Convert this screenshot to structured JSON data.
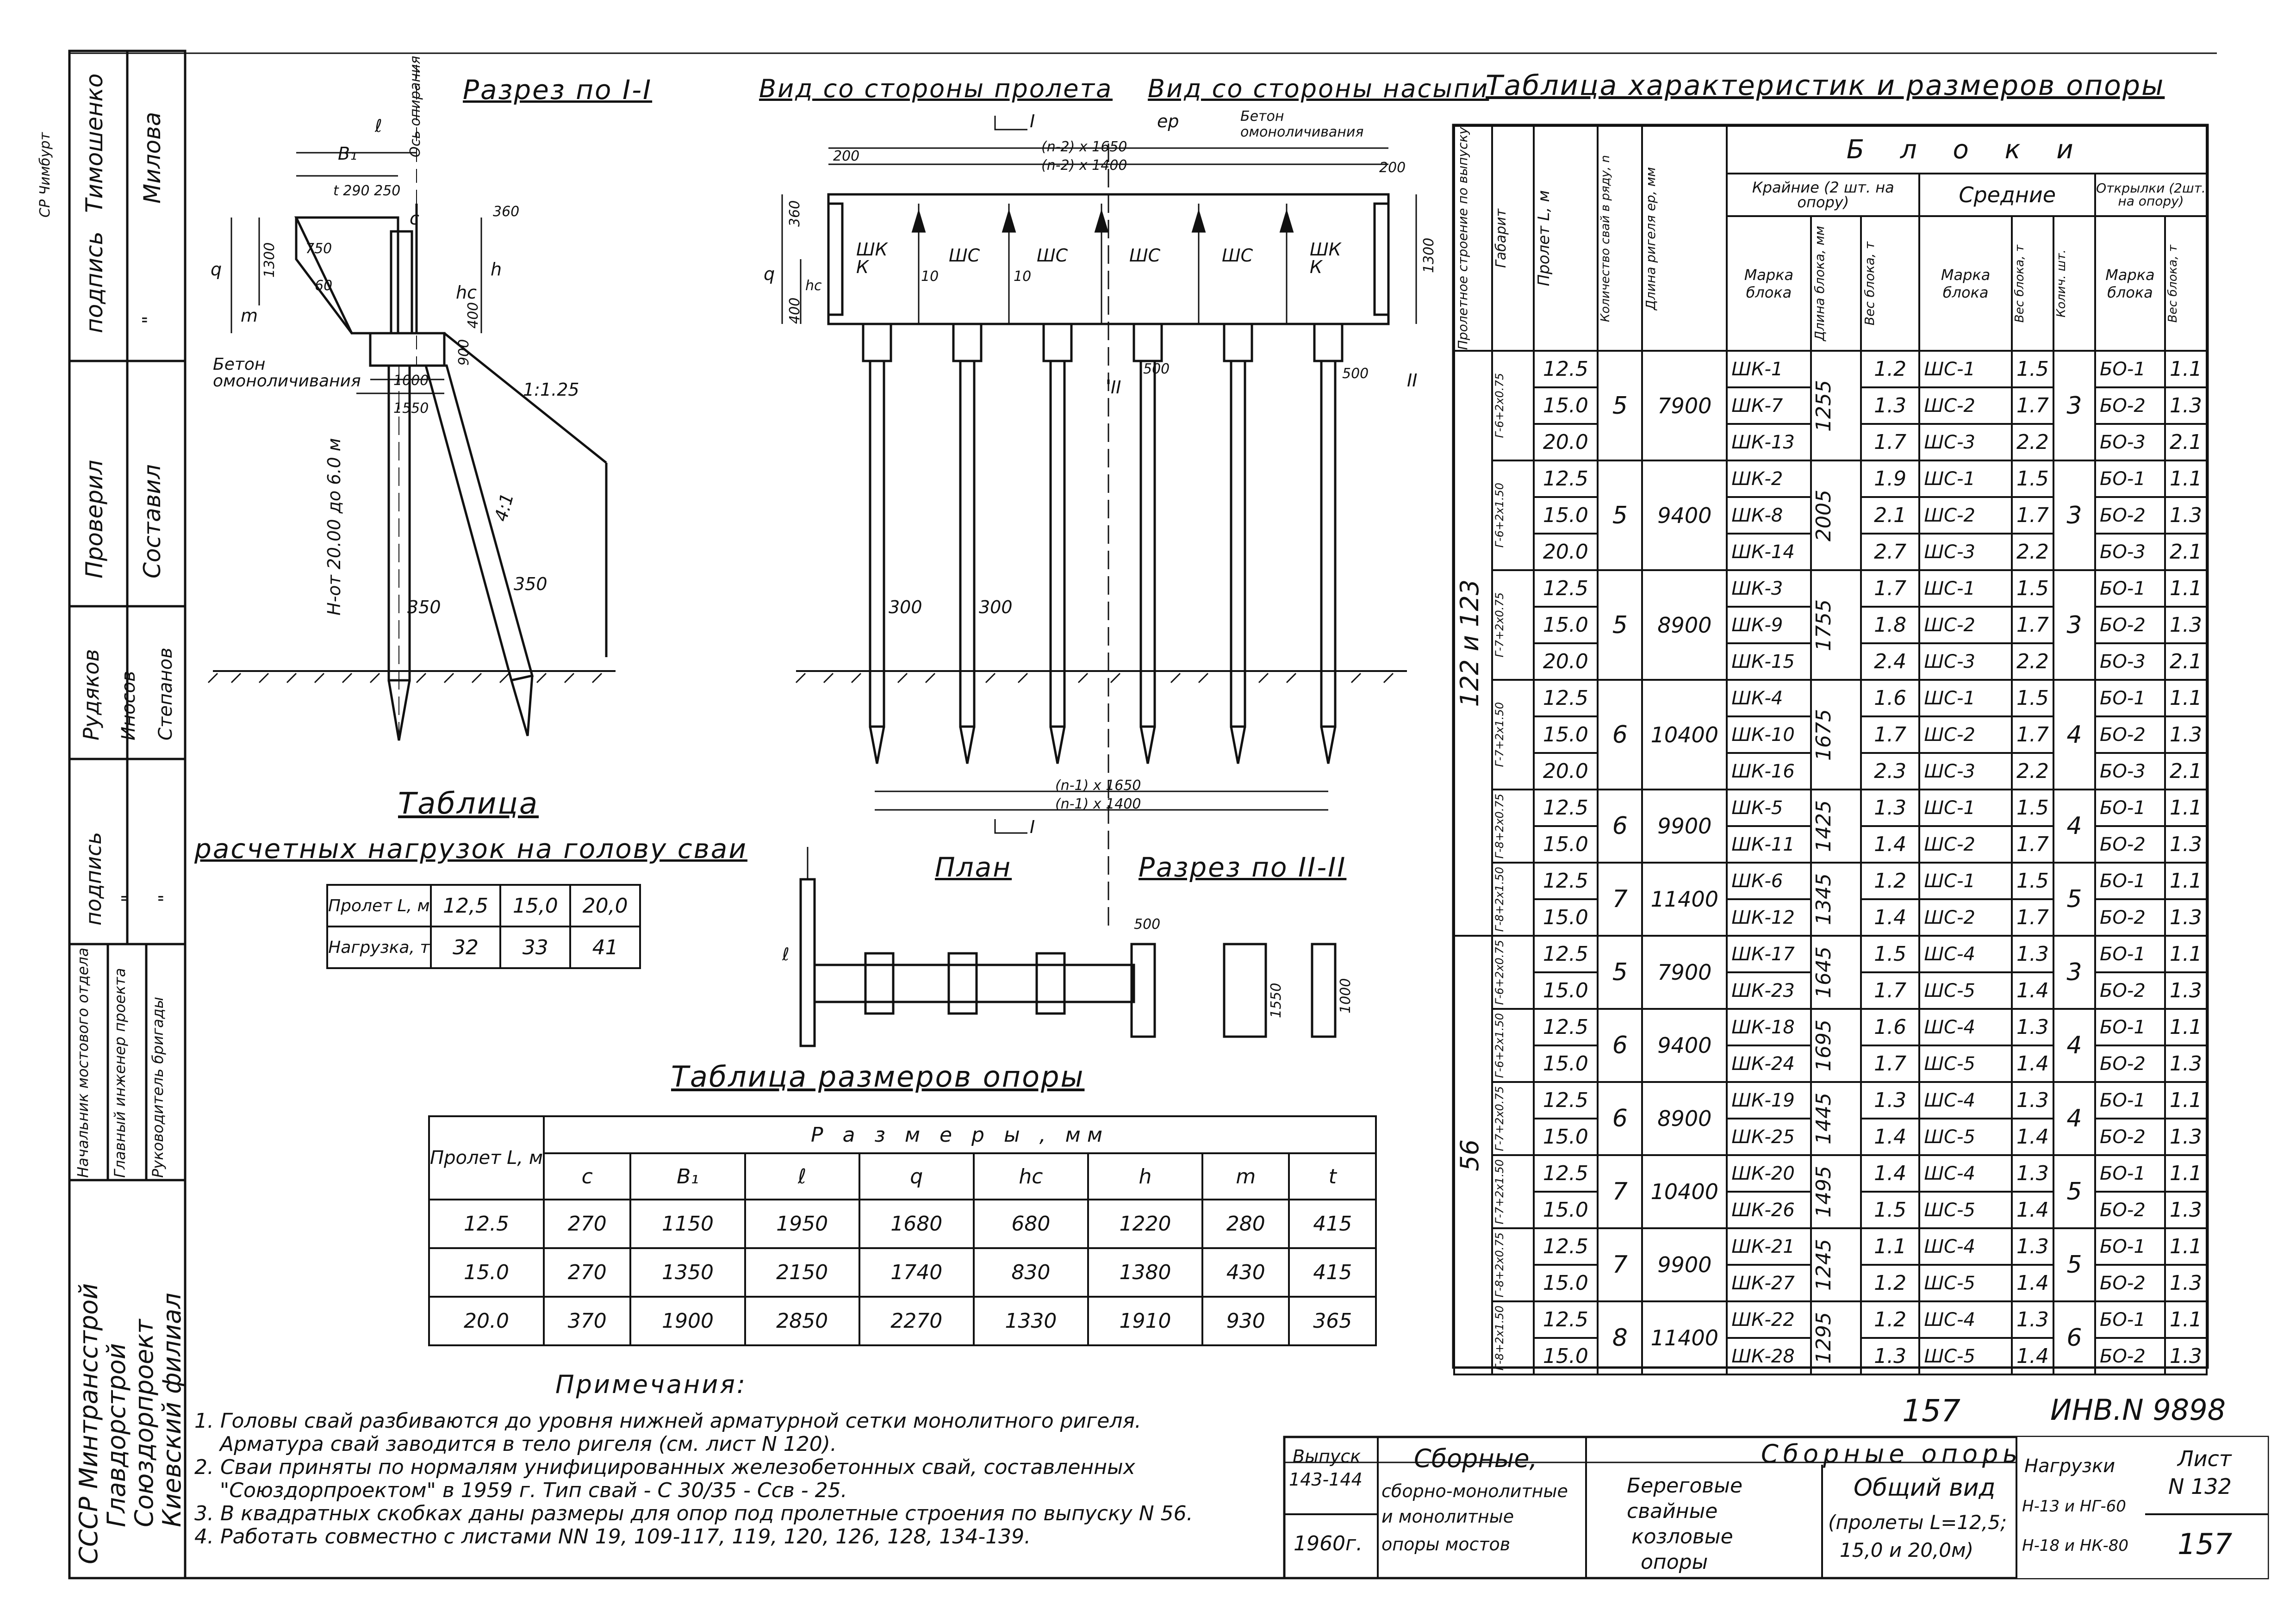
{
  "left_strip": {
    "names": [
      "Тимошенко",
      "Милова",
      "подпись",
      "\"",
      "Проверил",
      "Составил",
      "Рудяков",
      "Иносов",
      "Степанов",
      "подпись",
      "\"",
      "\""
    ],
    "roles": [
      "Начальник мостового отдела",
      "Главный инженер проекта",
      "Руководитель бригады"
    ],
    "org": [
      "СССР Минтрансстрой",
      "Главдорстрой",
      "Союздорпроект",
      "Киевский филиал"
    ],
    "corner_note": "СР Чимбурт"
  },
  "section_1": {
    "title": "Разрез по I-I",
    "labels": [
      "B₁",
      "ℓ",
      "Ось опирания",
      "t 290 250",
      "750",
      "1300",
      "60",
      "q",
      "m",
      "c",
      "360",
      "h",
      "hc",
      "400",
      "900",
      "1:1.25",
      "Бетон омоноличивания",
      "1000",
      "1550",
      "H-от 20.00 до 6.0 м",
      "4:1",
      "350",
      "350"
    ]
  },
  "side_view": {
    "title_span": "Вид со стороны пролета",
    "title_embank": "Вид со стороны насыпи",
    "labels": [
      "ep",
      "(n-2) x 1650",
      "(n-2) x 1400",
      "200",
      "200",
      "Бетон омоноличивания",
      "360",
      "q",
      "hc",
      "400",
      "500",
      "500",
      "1300",
      "ШК К",
      "ШС",
      "ШС",
      "ШС",
      "ШС",
      "ШК К",
      "10",
      "10",
      "II",
      "II",
      "300",
      "300",
      "(n-1) x 1650",
      "(n-1) x 1400",
      "I",
      "I"
    ]
  },
  "loads_table": {
    "title": "Таблица",
    "subtitle": "расчетных нагрузок на голову сваи",
    "row1_head": "Пролет L, м",
    "row2_head": "Нагрузка, т",
    "spans": [
      "12,5",
      "15,0",
      "20,0"
    ],
    "loads": [
      "32",
      "33",
      "41"
    ]
  },
  "plan": {
    "title": "План",
    "label": "ℓ"
  },
  "section_2": {
    "title": "Разрез по II-II",
    "labels": [
      "500",
      "1550",
      "1000"
    ]
  },
  "dims_table": {
    "title": "Таблица размеров опоры",
    "head_span": "Пролет L, м",
    "head_dims": "Р а з м е р ы , мм",
    "cols": [
      "c",
      "B₁",
      "ℓ",
      "q",
      "hc",
      "h",
      "m",
      "t"
    ],
    "rows": [
      [
        "12.5",
        "270",
        "1150",
        "1950",
        "1680",
        "680",
        "1220",
        "280",
        "415"
      ],
      [
        "15.0",
        "270",
        "1350",
        "2150",
        "1740",
        "830",
        "1380",
        "430",
        "415"
      ],
      [
        "20.0",
        "370",
        "1900",
        "2850",
        "2270",
        "1330",
        "1910",
        "930",
        "365"
      ]
    ]
  },
  "char_table": {
    "title": "Таблица характеристик и размеров опоры",
    "h_issue": "Пролетное строение по выпуску",
    "h_gabarit": "Габарит",
    "h_span": "Пролет L, м",
    "h_piles": "Количество свай в ряду, n",
    "h_len": "Длина ригеля ep, мм",
    "h_blocks": "Б л о к и",
    "h_edge": "Крайние (2 шт. на опору)",
    "h_mid": "Средние",
    "h_wing": "Открылки (2шт. на опору)",
    "h_mark": "Марка блока",
    "h_blen": "Длина блока, мм",
    "h_weight": "Вес блока, т",
    "h_qty": "Колич. шт.",
    "issue_a": "122 и 123",
    "issue_b": "56",
    "groups": [
      {
        "g": "Г-6+2x0.75",
        "n": "5",
        "len": "7900",
        "bl": "1255",
        "qty": "3",
        "rows": [
          [
            "12.5",
            "ШК-1",
            "1.2",
            "ШС-1",
            "1.5",
            "БО-1",
            "1.1"
          ],
          [
            "15.0",
            "ШК-7",
            "1.3",
            "ШС-2",
            "1.7",
            "БО-2",
            "1.3"
          ],
          [
            "20.0",
            "ШК-13",
            "1.7",
            "ШС-3",
            "2.2",
            "БО-3",
            "2.1"
          ]
        ]
      },
      {
        "g": "Г-6+2x1.50",
        "n": "5",
        "len": "9400",
        "bl": "2005",
        "qty": "3",
        "rows": [
          [
            "12.5",
            "ШК-2",
            "1.9",
            "ШС-1",
            "1.5",
            "БО-1",
            "1.1"
          ],
          [
            "15.0",
            "ШК-8",
            "2.1",
            "ШС-2",
            "1.7",
            "БО-2",
            "1.3"
          ],
          [
            "20.0",
            "ШК-14",
            "2.7",
            "ШС-3",
            "2.2",
            "БО-3",
            "2.1"
          ]
        ]
      },
      {
        "g": "Г-7+2x0.75",
        "n": "5",
        "len": "8900",
        "bl": "1755",
        "qty": "3",
        "rows": [
          [
            "12.5",
            "ШК-3",
            "1.7",
            "ШС-1",
            "1.5",
            "БО-1",
            "1.1"
          ],
          [
            "15.0",
            "ШК-9",
            "1.8",
            "ШС-2",
            "1.7",
            "БО-2",
            "1.3"
          ],
          [
            "20.0",
            "ШК-15",
            "2.4",
            "ШС-3",
            "2.2",
            "БО-3",
            "2.1"
          ]
        ]
      },
      {
        "g": "Г-7+2x1.50",
        "n": "6",
        "len": "10400",
        "bl": "1675",
        "qty": "4",
        "rows": [
          [
            "12.5",
            "ШК-4",
            "1.6",
            "ШС-1",
            "1.5",
            "БО-1",
            "1.1"
          ],
          [
            "15.0",
            "ШК-10",
            "1.7",
            "ШС-2",
            "1.7",
            "БО-2",
            "1.3"
          ],
          [
            "20.0",
            "ШК-16",
            "2.3",
            "ШС-3",
            "2.2",
            "БО-3",
            "2.1"
          ]
        ]
      },
      {
        "g": "Г-8+2x0.75",
        "n": "6",
        "len": "9900",
        "bl": "1425",
        "qty": "4",
        "rows": [
          [
            "12.5",
            "ШК-5",
            "1.3",
            "ШС-1",
            "1.5",
            "БО-1",
            "1.1"
          ],
          [
            "15.0",
            "ШК-11",
            "1.4",
            "ШС-2",
            "1.7",
            "БО-2",
            "1.3"
          ]
        ]
      },
      {
        "g": "Г-8+2x1.50",
        "n": "7",
        "len": "11400",
        "bl": "1345",
        "qty": "5",
        "rows": [
          [
            "12.5",
            "ШК-6",
            "1.2",
            "ШС-1",
            "1.5",
            "БО-1",
            "1.1"
          ],
          [
            "15.0",
            "ШК-12",
            "1.4",
            "ШС-2",
            "1.7",
            "БО-2",
            "1.3"
          ]
        ]
      },
      {
        "g": "Г-6+2x0.75",
        "n": "5",
        "len": "7900",
        "bl": "1645",
        "qty": "3",
        "rows": [
          [
            "12.5",
            "ШК-17",
            "1.5",
            "ШС-4",
            "1.3",
            "БО-1",
            "1.1"
          ],
          [
            "15.0",
            "ШК-23",
            "1.7",
            "ШС-5",
            "1.4",
            "БО-2",
            "1.3"
          ]
        ]
      },
      {
        "g": "Г-6+2x1.50",
        "n": "6",
        "len": "9400",
        "bl": "1695",
        "qty": "4",
        "rows": [
          [
            "12.5",
            "ШК-18",
            "1.6",
            "ШС-4",
            "1.3",
            "БО-1",
            "1.1"
          ],
          [
            "15.0",
            "ШК-24",
            "1.7",
            "ШС-5",
            "1.4",
            "БО-2",
            "1.3"
          ]
        ]
      },
      {
        "g": "Г-7+2x0.75",
        "n": "6",
        "len": "8900",
        "bl": "1445",
        "qty": "4",
        "rows": [
          [
            "12.5",
            "ШК-19",
            "1.3",
            "ШС-4",
            "1.3",
            "БО-1",
            "1.1"
          ],
          [
            "15.0",
            "ШК-25",
            "1.4",
            "ШС-5",
            "1.4",
            "БО-2",
            "1.3"
          ]
        ]
      },
      {
        "g": "Г-7+2x1.50",
        "n": "7",
        "len": "10400",
        "bl": "1495",
        "qty": "5",
        "rows": [
          [
            "12.5",
            "ШК-20",
            "1.4",
            "ШС-4",
            "1.3",
            "БО-1",
            "1.1"
          ],
          [
            "15.0",
            "ШК-26",
            "1.5",
            "ШС-5",
            "1.4",
            "БО-2",
            "1.3"
          ]
        ]
      },
      {
        "g": "Г-8+2x0.75",
        "n": "7",
        "len": "9900",
        "bl": "1245",
        "qty": "5",
        "rows": [
          [
            "12.5",
            "ШК-21",
            "1.1",
            "ШС-4",
            "1.3",
            "БО-1",
            "1.1"
          ],
          [
            "15.0",
            "ШК-27",
            "1.2",
            "ШС-5",
            "1.4",
            "БО-2",
            "1.3"
          ]
        ]
      },
      {
        "g": "Г-8+2x1.50",
        "n": "8",
        "len": "11400",
        "bl": "1295",
        "qty": "6",
        "rows": [
          [
            "12.5",
            "ШК-22",
            "1.2",
            "ШС-4",
            "1.3",
            "БО-1",
            "1.1"
          ],
          [
            "15.0",
            "ШК-28",
            "1.3",
            "ШС-5",
            "1.4",
            "БО-2",
            "1.3"
          ]
        ]
      }
    ]
  },
  "notes": {
    "title": "Примечания:",
    "lines": [
      "1. Головы свай разбиваются до уровня нижней арматурной сетки монолитного ригеля.",
      "Арматура свай заводится в тело ригеля (см. лист N 120).",
      "2. Сваи приняты по нормалям унифицированных железобетонных свай, составленных",
      "\"Союздорпроектом\" в 1959 г. Тип свай - С 30/35 - Ссв - 25.",
      "3. В квадратных скобках даны размеры для опор под пролетные строения по выпуску N 56.",
      "4. Работать совместно с листами NN 19, 109-117, 119, 120, 126, 128, 134-139."
    ]
  },
  "stamp": {
    "page_top": "157",
    "inv": "ИНВ.N 9898",
    "issue_label": "Выпуск",
    "issue_no": "143-144",
    "year": "1960г.",
    "series": [
      "Сборные,",
      "сборно-монолитные",
      "и монолитные",
      "опоры мостов"
    ],
    "group": "Сборные опоры",
    "subject": [
      "Береговые",
      "свайные",
      "козловые",
      "опоры"
    ],
    "view": [
      "Общий вид",
      "(пролеты L=12,5;",
      "15,0 и 20,0м)"
    ],
    "loads_label": "Нагрузки",
    "loads": [
      "Н-13 и НГ-60",
      "Н-18 и НК-80"
    ],
    "sheet_label": "Лист",
    "sheet_no": "N 132",
    "page_no": "157"
  }
}
